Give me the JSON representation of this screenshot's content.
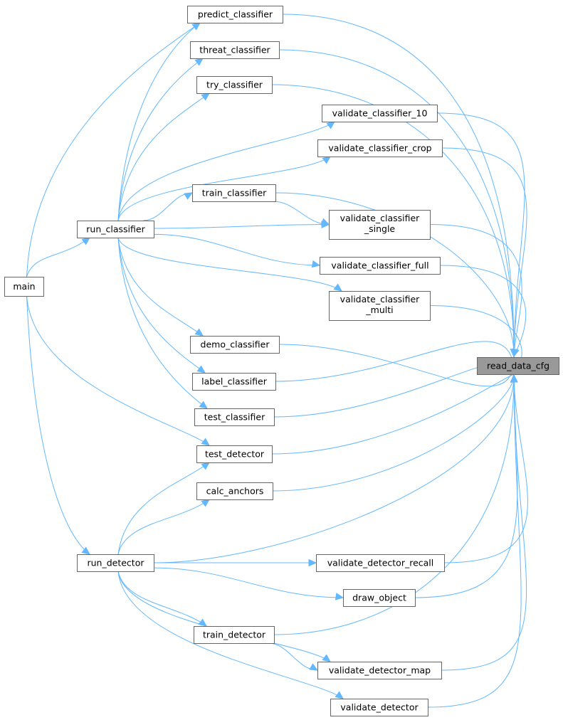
{
  "diagram": {
    "root": "read_data_cfg",
    "colors": {
      "edge": "#63b8ff",
      "node_border": "#666666",
      "root_fill": "#999999",
      "node_fill": "#ffffff"
    },
    "nodes": {
      "predict_classifier": "predict_classifier",
      "threat_classifier": "threat_classifier",
      "try_classifier": "try_classifier",
      "validate_classifier_10": "validate_classifier_10",
      "validate_classifier_crop": "validate_classifier_crop",
      "train_classifier": "train_classifier",
      "run_classifier": "run_classifier",
      "validate_classifier_single": [
        "validate_classifier",
        "_single"
      ],
      "main": "main",
      "validate_classifier_full": "validate_classifier_full",
      "validate_classifier_multi": [
        "validate_classifier",
        "_multi"
      ],
      "demo_classifier": "demo_classifier",
      "read_data_cfg": "read_data_cfg",
      "label_classifier": "label_classifier",
      "test_classifier": "test_classifier",
      "test_detector": "test_detector",
      "calc_anchors": "calc_anchors",
      "run_detector": "run_detector",
      "validate_detector_recall": "validate_detector_recall",
      "draw_object": "draw_object",
      "train_detector": "train_detector",
      "validate_detector_map": "validate_detector_map",
      "validate_detector": "validate_detector"
    },
    "edges": [
      [
        "main",
        "predict_classifier"
      ],
      [
        "main",
        "run_classifier"
      ],
      [
        "main",
        "test_detector"
      ],
      [
        "main",
        "run_detector"
      ],
      [
        "run_classifier",
        "predict_classifier"
      ],
      [
        "run_classifier",
        "threat_classifier"
      ],
      [
        "run_classifier",
        "try_classifier"
      ],
      [
        "run_classifier",
        "validate_classifier_10"
      ],
      [
        "run_classifier",
        "validate_classifier_crop"
      ],
      [
        "run_classifier",
        "train_classifier"
      ],
      [
        "run_classifier",
        "validate_classifier_single"
      ],
      [
        "run_classifier",
        "validate_classifier_full"
      ],
      [
        "run_classifier",
        "validate_classifier_multi"
      ],
      [
        "run_classifier",
        "demo_classifier"
      ],
      [
        "run_classifier",
        "label_classifier"
      ],
      [
        "run_classifier",
        "test_classifier"
      ],
      [
        "train_classifier",
        "validate_classifier_single"
      ],
      [
        "run_detector",
        "test_detector"
      ],
      [
        "run_detector",
        "calc_anchors"
      ],
      [
        "run_detector",
        "validate_detector_recall"
      ],
      [
        "run_detector",
        "draw_object"
      ],
      [
        "run_detector",
        "train_detector"
      ],
      [
        "run_detector",
        "validate_detector_map"
      ],
      [
        "run_detector",
        "validate_detector"
      ],
      [
        "train_detector",
        "validate_detector_map"
      ],
      [
        "predict_classifier",
        "read_data_cfg"
      ],
      [
        "threat_classifier",
        "read_data_cfg"
      ],
      [
        "try_classifier",
        "read_data_cfg"
      ],
      [
        "validate_classifier_10",
        "read_data_cfg"
      ],
      [
        "validate_classifier_crop",
        "read_data_cfg"
      ],
      [
        "train_classifier",
        "read_data_cfg"
      ],
      [
        "validate_classifier_single",
        "read_data_cfg"
      ],
      [
        "validate_classifier_full",
        "read_data_cfg"
      ],
      [
        "validate_classifier_multi",
        "read_data_cfg"
      ],
      [
        "demo_classifier",
        "read_data_cfg"
      ],
      [
        "label_classifier",
        "read_data_cfg"
      ],
      [
        "test_classifier",
        "read_data_cfg"
      ],
      [
        "test_detector",
        "read_data_cfg"
      ],
      [
        "calc_anchors",
        "read_data_cfg"
      ],
      [
        "run_detector",
        "read_data_cfg"
      ],
      [
        "validate_detector_recall",
        "read_data_cfg"
      ],
      [
        "draw_object",
        "read_data_cfg"
      ],
      [
        "train_detector",
        "read_data_cfg"
      ],
      [
        "validate_detector_map",
        "read_data_cfg"
      ],
      [
        "validate_detector",
        "read_data_cfg"
      ]
    ]
  }
}
